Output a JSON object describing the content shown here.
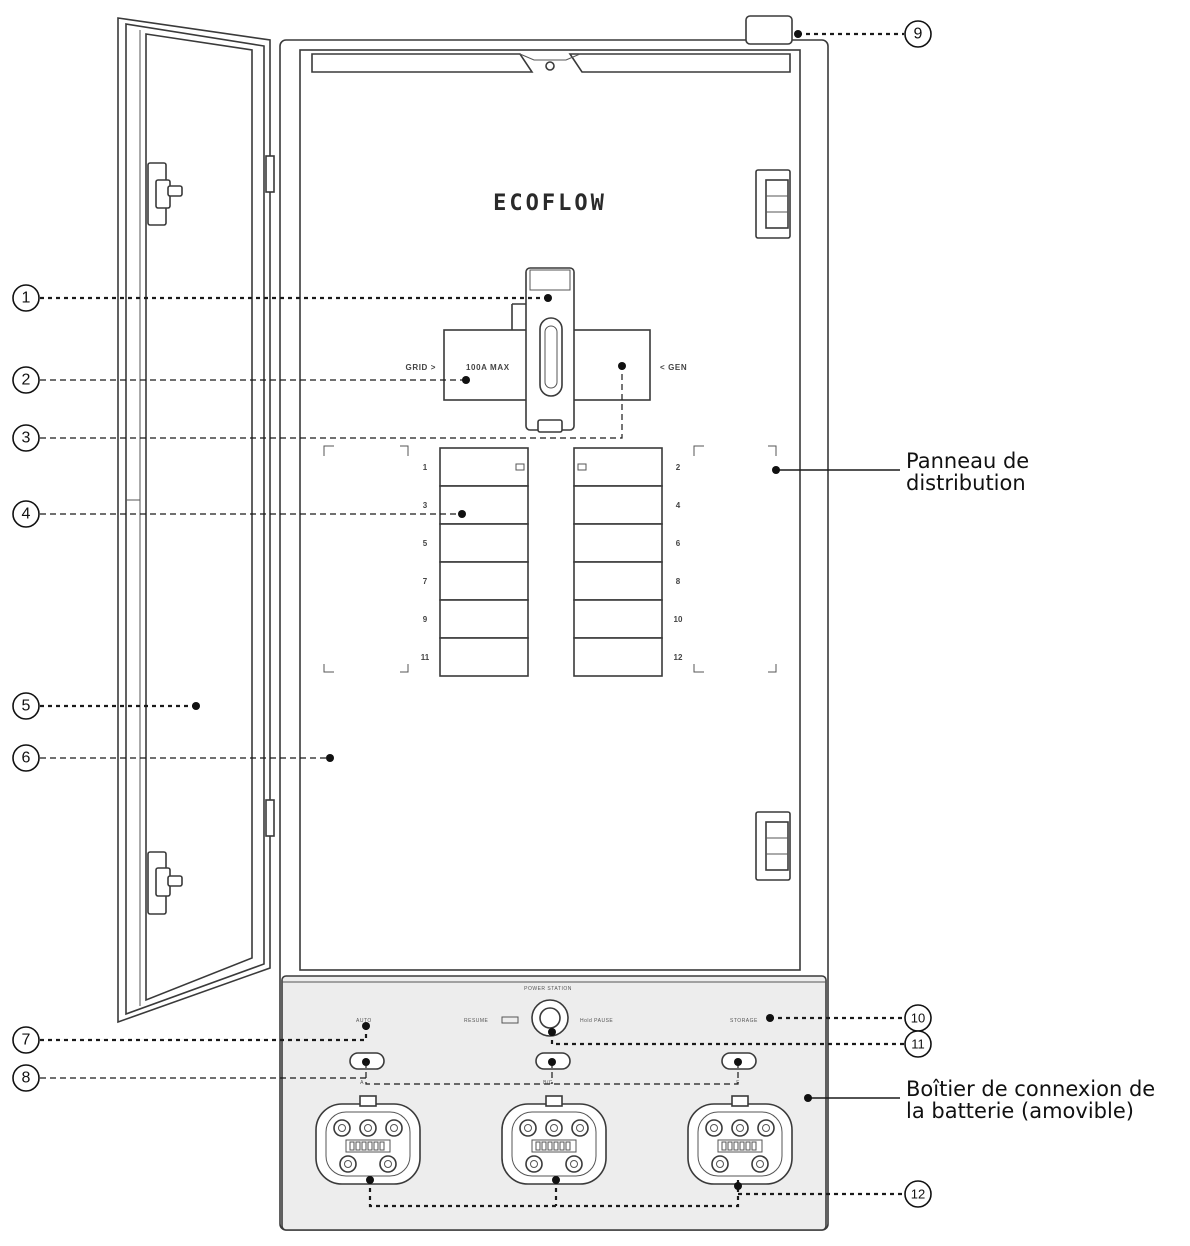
{
  "brand": "ECOFLOW",
  "switch": {
    "grid_label": "GRID >",
    "max_label": "100A MAX",
    "gen_label": "< GEN"
  },
  "breakers": {
    "left_numbers": [
      "1",
      "3",
      "5",
      "7",
      "9",
      "11"
    ],
    "right_numbers": [
      "2",
      "4",
      "6",
      "8",
      "10",
      "12"
    ]
  },
  "battery_box": {
    "power_station": "POWER STATION",
    "resume": "RESUME",
    "hold_pause": "Hold PAUSE",
    "left_indicator": "AUTO",
    "right_indicator": "STORAGE",
    "port_labels": [
      "A",
      "B/C",
      "F"
    ]
  },
  "callouts": {
    "c1": "1",
    "c2": "2",
    "c3": "3",
    "c4": "4",
    "c5": "5",
    "c6": "6",
    "c7": "7",
    "c8": "8",
    "c9": "9",
    "c10": "10",
    "c11": "11",
    "c12": "12"
  },
  "labels": {
    "distribution_panel_line1": "Panneau de",
    "distribution_panel_line2": "distribution",
    "battery_box_line1": "Boîtier de connexion de",
    "battery_box_line2": "la batterie (amovible)"
  }
}
